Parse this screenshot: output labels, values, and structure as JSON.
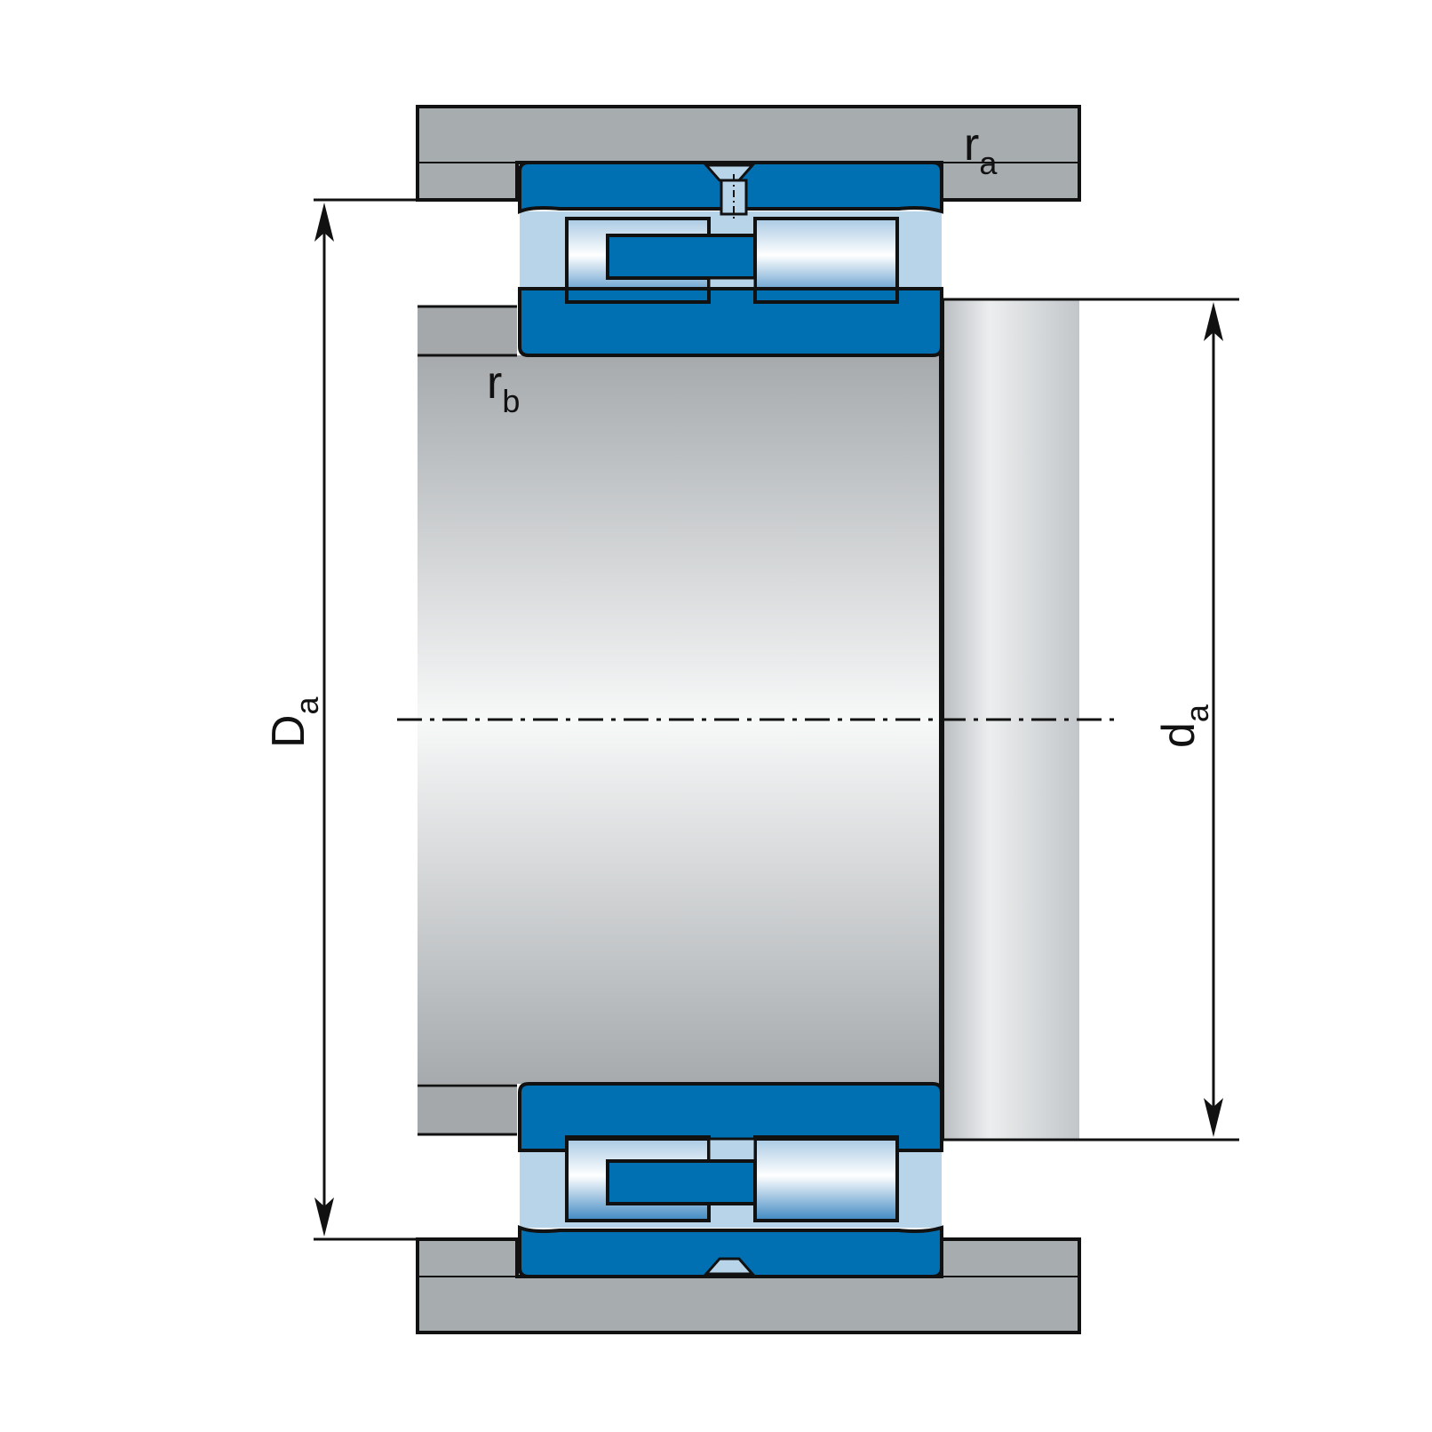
{
  "labels": {
    "ra": {
      "main": "r",
      "sub": "a"
    },
    "rb": {
      "main": "r",
      "sub": "b"
    },
    "Da": {
      "main": "D",
      "sub": "a"
    },
    "da": {
      "main": "d",
      "sub": "a"
    }
  },
  "colors": {
    "housing": "#a7acaf",
    "ring": "#0070b3",
    "roller_light": "#b8d4e9",
    "shaft_dark": "#a4a8ab",
    "shaft_light": "#f6f7f7",
    "outline": "#111111"
  }
}
